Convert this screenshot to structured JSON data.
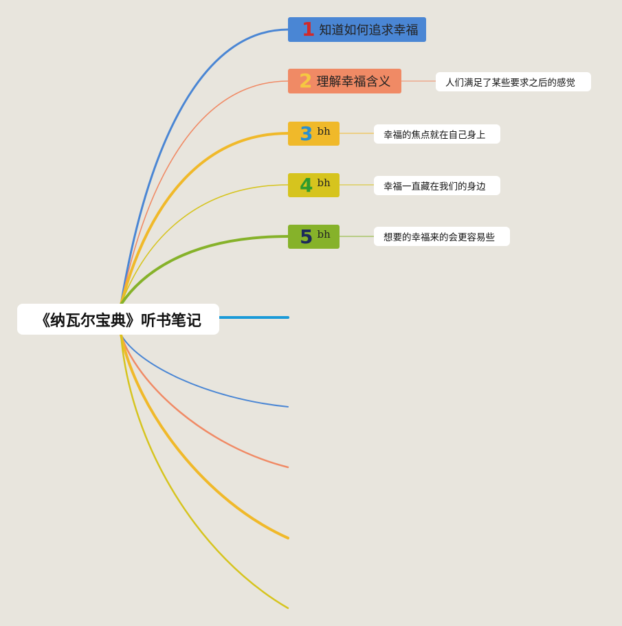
{
  "root": {
    "title": "《纳瓦尔宝典》听书笔记"
  },
  "branches": [
    {
      "number": "1",
      "label": "知道如何追求幸福",
      "note": "",
      "color": "#4a86d4",
      "number_color": "#d12a2a"
    },
    {
      "number": "2",
      "label": "理解幸福含义",
      "note": "人们满足了某些要求之后的感觉",
      "color": "#f08a65",
      "number_color": "#f5c842"
    },
    {
      "number": "3",
      "label": "bh",
      "note": "幸福的焦点就在自己身上",
      "color": "#f0b92a",
      "number_color": "#2a8fd1"
    },
    {
      "number": "4",
      "label": "bh",
      "note": "幸福一直藏在我们的身边",
      "color": "#d6c41e",
      "number_color": "#2e9b2e"
    },
    {
      "number": "5",
      "label": "bh",
      "note": "想要的幸福来的会更容易些",
      "color": "#86b22a",
      "number_color": "#1d2a5c"
    }
  ],
  "empty_branches": [
    {
      "color": "#1a9ad8"
    },
    {
      "color": "#4a86d4"
    },
    {
      "color": "#f08a65"
    },
    {
      "color": "#f0b92a"
    },
    {
      "color": "#d6c41e"
    }
  ]
}
